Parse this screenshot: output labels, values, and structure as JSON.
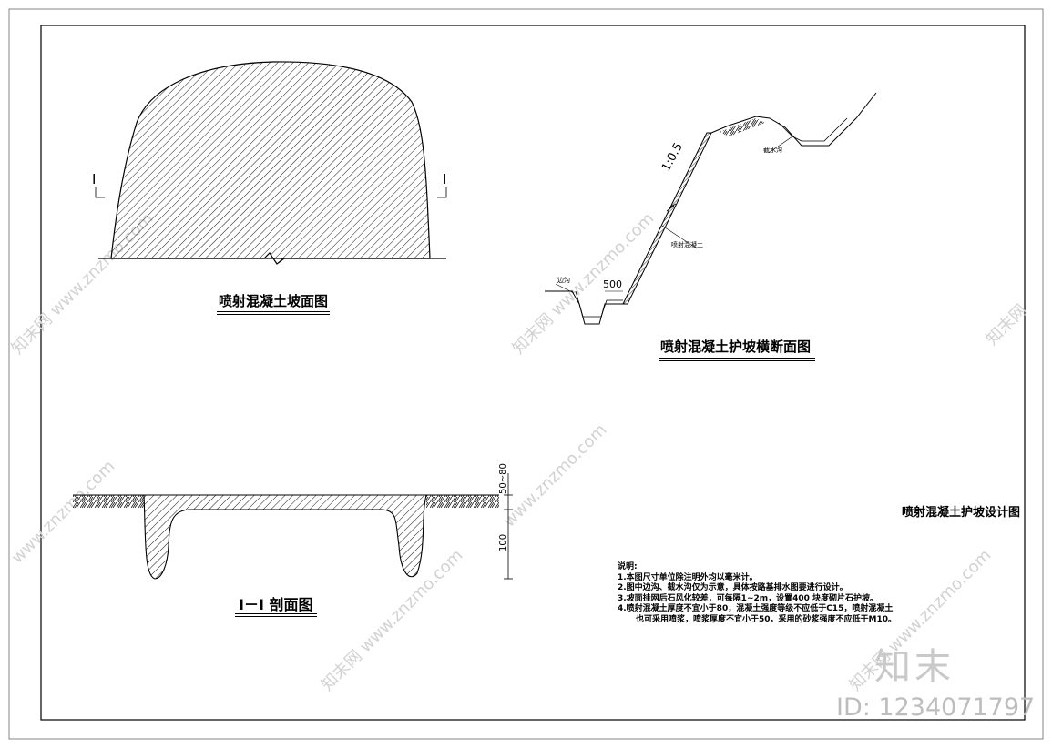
{
  "drawing_title": "喷射混凝土护坡设计图",
  "views": {
    "slope_face": {
      "title": "喷射混凝土坡面图",
      "section_mark_left": "I",
      "section_mark_right": "I"
    },
    "cross_section": {
      "title": "喷射混凝土护坡横断面图",
      "gradient": "1:0.5",
      "label_shotcrete": "喷射混凝土",
      "label_intercept_ditch": "截水沟",
      "label_side_ditch": "边沟",
      "dim_berm": "500"
    },
    "section_1_1": {
      "title": "I－I 剖面图",
      "dim_top": "50~80",
      "dim_bottom": "100"
    }
  },
  "notes": {
    "heading": "说明:",
    "items": [
      "1.本图尺寸单位除注明外均以毫米计。",
      "2.图中边沟、截水沟仅为示意，具体按路基排水图要进行设计。",
      "3.坡面挂网后石风化较差，可每隔1~2m，设置400 块度砌片石护坡。",
      "4.喷射混凝土厚度不宜小于80，混凝土强度等级不应低于C15，喷射混凝土",
      "也可采用喷浆，喷浆厚度不宜小于50，采用的砂浆强度不应低于M10。"
    ]
  },
  "watermark": {
    "logo": "知末",
    "id": "ID: 1234071797",
    "site": "www.znzmo.com"
  },
  "colors": {
    "line": "#000000",
    "frame": "#555555",
    "watermark": "#c8c8c8"
  }
}
